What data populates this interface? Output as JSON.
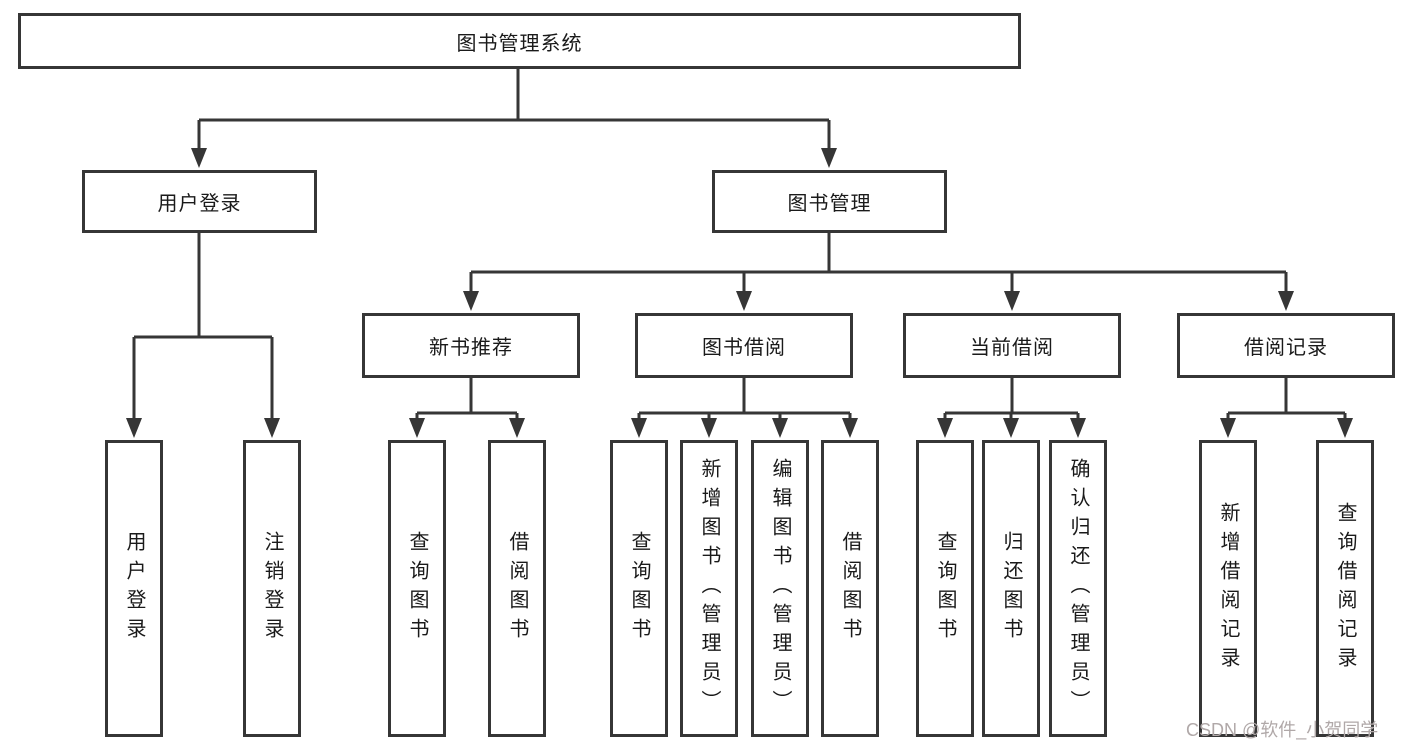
{
  "colors": {
    "line": "#363636",
    "text": "#1a1a1a",
    "watermark": "#b0a8a8",
    "background": "#ffffff"
  },
  "root": {
    "label": "图书管理系统"
  },
  "branches": [
    {
      "label": "用户登录",
      "children": [
        {
          "label": "用户登录"
        },
        {
          "label": "注销登录"
        }
      ]
    },
    {
      "label": "图书管理",
      "children": [
        {
          "label": "新书推荐",
          "children": [
            {
              "label": "查询图书"
            },
            {
              "label": "借阅图书"
            }
          ]
        },
        {
          "label": "图书借阅",
          "children": [
            {
              "label": "查询图书"
            },
            {
              "label": "新增图书（管理员）"
            },
            {
              "label": "编辑图书（管理员）"
            },
            {
              "label": "借阅图书"
            }
          ]
        },
        {
          "label": "当前借阅",
          "children": [
            {
              "label": "查询图书"
            },
            {
              "label": "归还图书"
            },
            {
              "label": "确认归还（管理员）"
            }
          ]
        },
        {
          "label": "借阅记录",
          "children": [
            {
              "label": "新增借阅记录"
            },
            {
              "label": "查询借阅记录"
            }
          ]
        }
      ]
    }
  ],
  "watermark": {
    "text": "CSDN @软件_小贺同学"
  }
}
